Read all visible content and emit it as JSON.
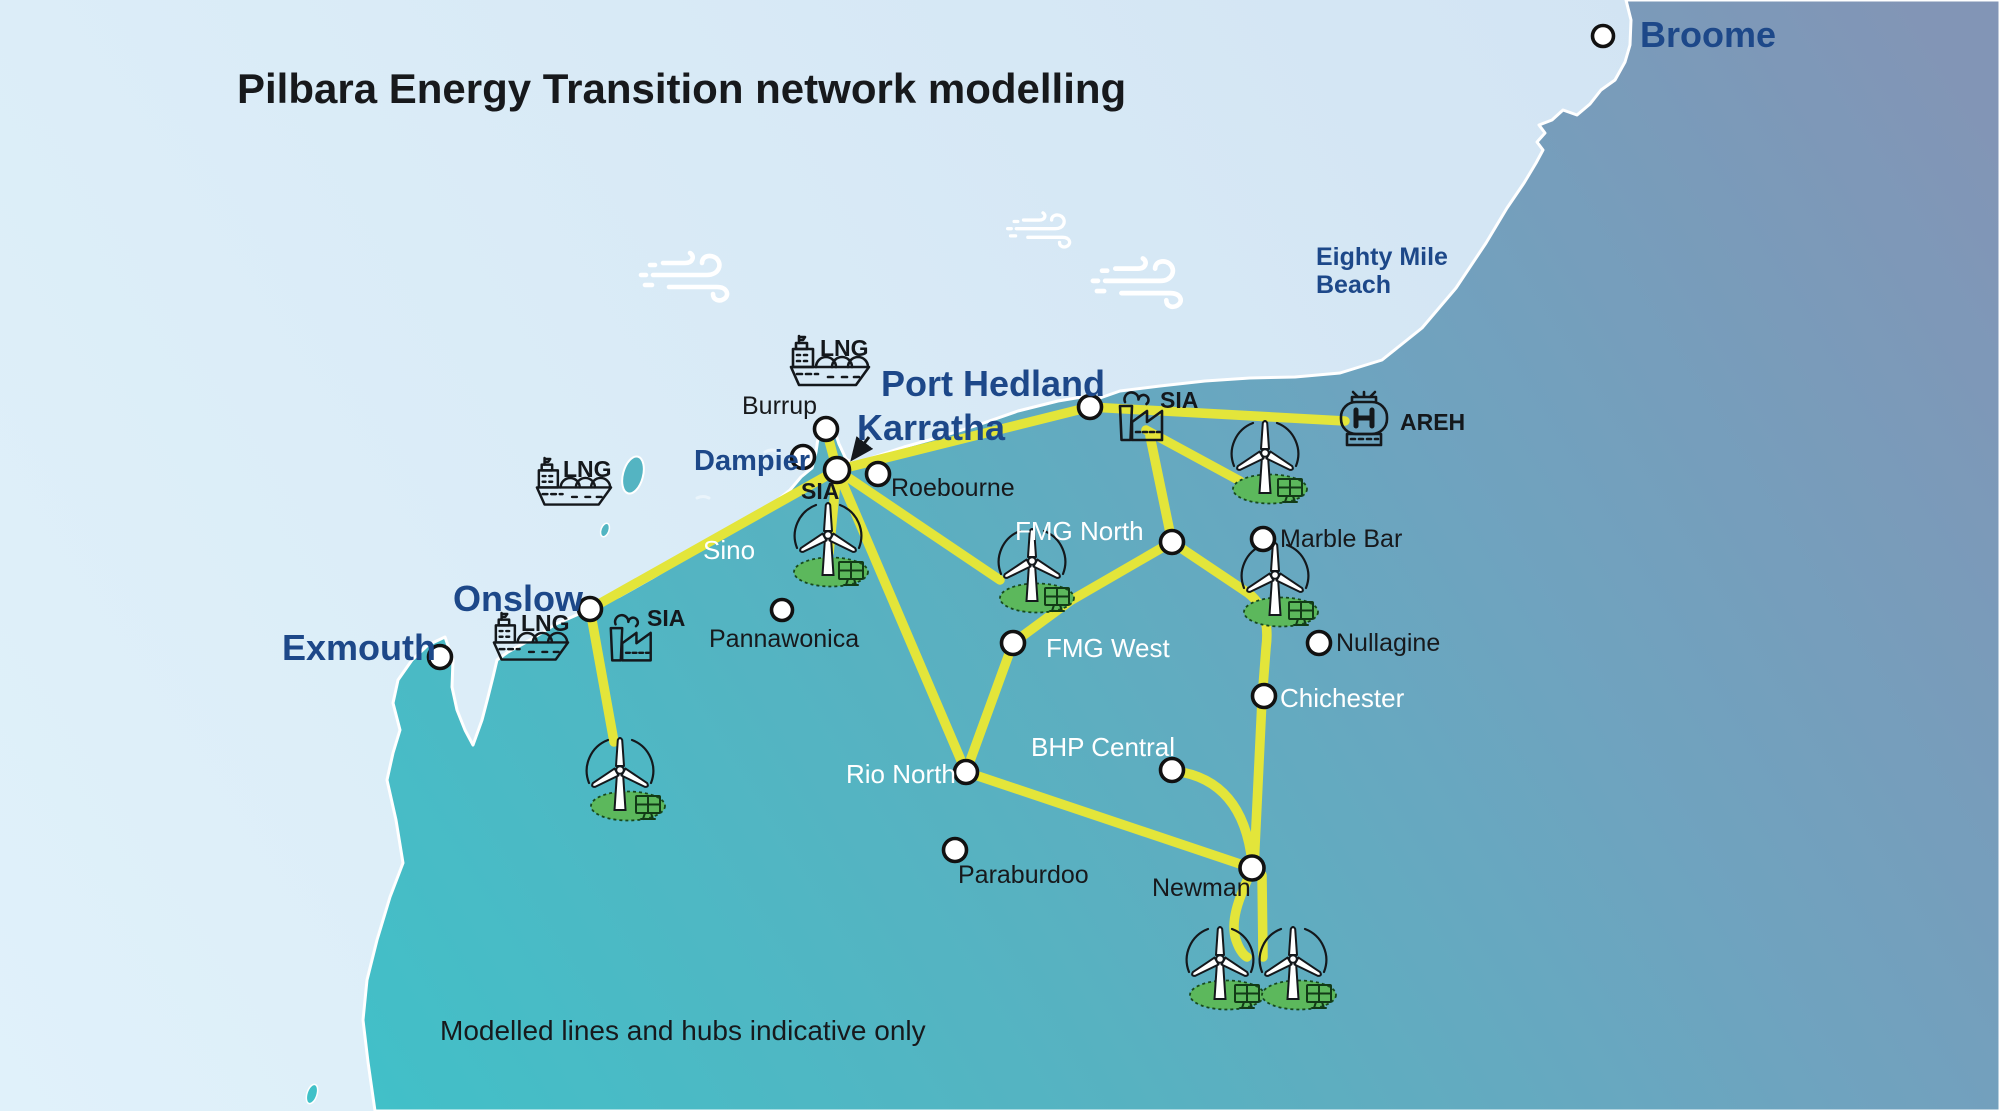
{
  "title": "Pilbara Energy Transition network modelling",
  "disclaimer": "Modelled lines and hubs indicative only",
  "places": {
    "blue": {
      "broome": "Broome",
      "port_hedland": "Port Hedland",
      "karratha": "Karratha",
      "dampier": "Dampier",
      "onslow": "Onslow",
      "exmouth": "Exmouth"
    },
    "black": {
      "burrup": "Burrup",
      "roebourne": "Roebourne",
      "marble_bar": "Marble Bar",
      "nullagine": "Nullagine",
      "pannawonica": "Pannawonica",
      "paraburdoo": "Paraburdoo",
      "newman": "Newman"
    },
    "white": {
      "fmg_north": "FMG North",
      "fmg_west": "FMG West",
      "bhp_central": "BHP Central",
      "rio_north": "Rio North",
      "chichester": "Chichester",
      "sino": "Sino"
    },
    "region": {
      "eighty_mile_1": "Eighty Mile",
      "eighty_mile_2": "Beach"
    }
  },
  "icon_labels": {
    "lng": "LNG",
    "sia": "SIA",
    "areh": "AREH"
  },
  "icon_glyphs": {
    "ship": "lng-carrier-ship",
    "factory": "strategic-industrial-area-factory",
    "tank": "hydrogen-hub-tank",
    "turbine": "wind-turbine-with-solar-zone",
    "gust": "wind-gust"
  },
  "colors": {
    "sea": "#d6e9f7",
    "land_southwest_teal": "#3ec2c9",
    "land_northeast_slate": "#8295b6",
    "network_line_yellow": "#e3e53a",
    "town_label_blue": "#1d4889",
    "generation_zone_green": "#5cb85c",
    "node_fill": "#ffffff",
    "node_stroke": "#111111"
  }
}
